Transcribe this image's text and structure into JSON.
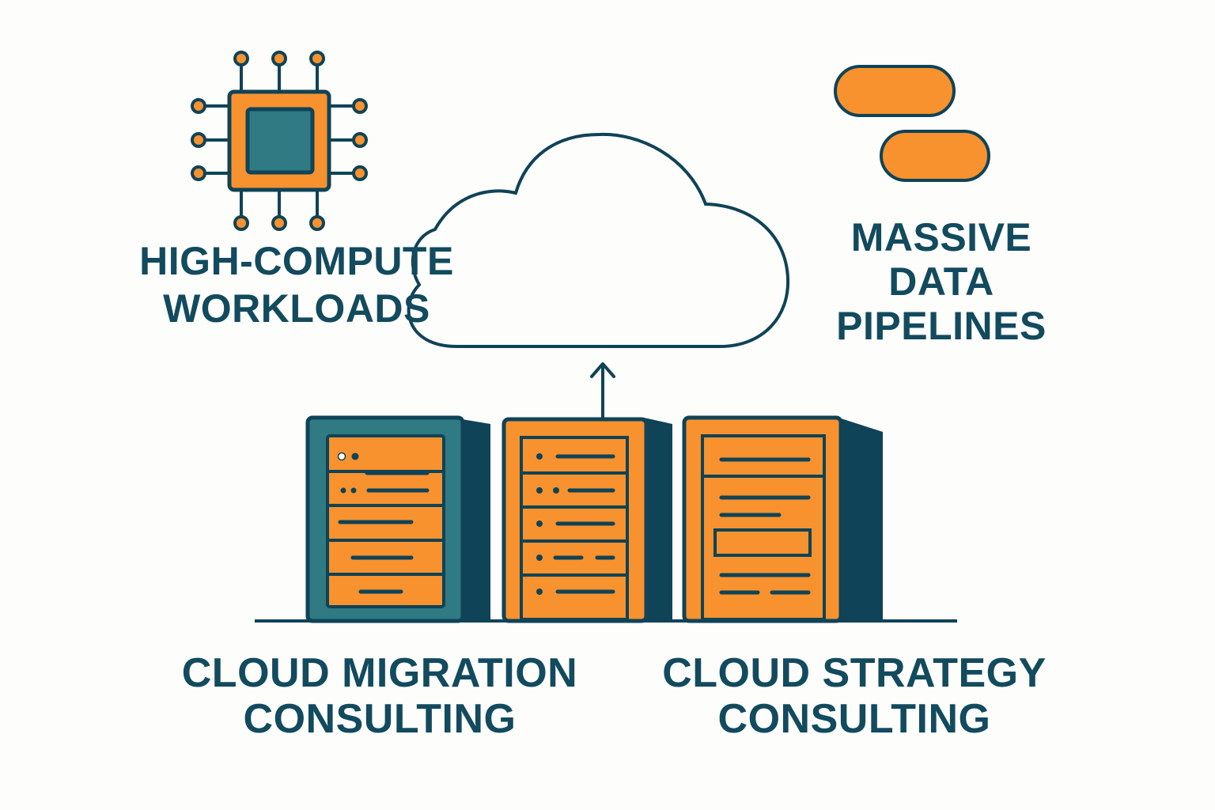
{
  "colors": {
    "navy": "#0f4357",
    "teal": "#2f7a83",
    "orange": "#f7922f",
    "text": "#124a5e",
    "background": "#fdfdfb"
  },
  "icons": {
    "chip": "cpu-chip-icon",
    "data": "data-pipeline-icon",
    "cloud": "cloud-icon",
    "arrow": "upload-arrow-icon",
    "servers": [
      "server-rack-icon",
      "server-rack-icon",
      "server-rack-icon"
    ]
  },
  "labels": {
    "high_compute": {
      "line1": "HIGH-COMPUTE",
      "line2": "WORKLOADS"
    },
    "data_pipelines": {
      "line1": "MASSIVE",
      "line2": "DATA",
      "line3": "PIPELINES"
    },
    "migration": {
      "line1": "CLOUD MIGRATION",
      "line2": "CONSULTING"
    },
    "strategy": {
      "line1": "CLOUD STRATEGY",
      "line2": "CONSULTING"
    }
  }
}
